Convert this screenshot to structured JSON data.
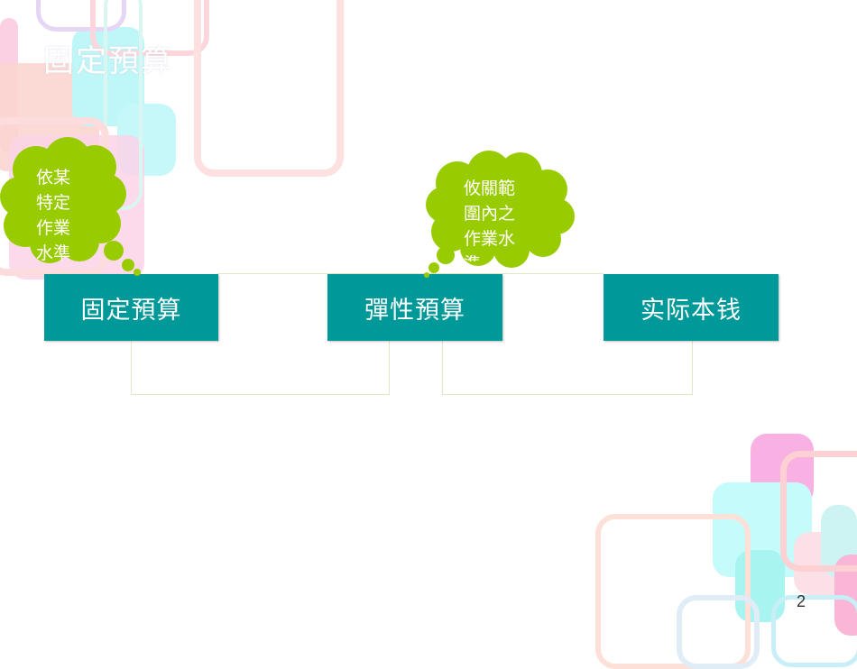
{
  "title": "固定預算",
  "title_extra": "",
  "boxes": {
    "fixed": "固定預算",
    "flexible": "彈性預算",
    "actual": "实际本钱"
  },
  "callouts": {
    "fixed": [
      "依某",
      "特定",
      "作業",
      "水準"
    ],
    "flexible": [
      "攸關範",
      "圍內之",
      "作業水",
      "準"
    ]
  },
  "page_number": "2",
  "colors": {
    "box": "#009999",
    "callout": "#99cc00",
    "pink": "#f9a8d4",
    "cyan": "#9ff5f3"
  }
}
